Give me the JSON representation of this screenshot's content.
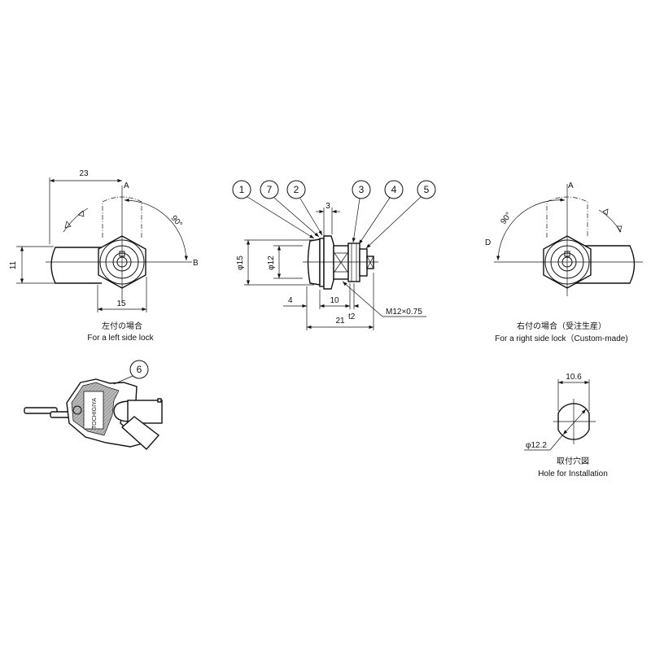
{
  "left_view": {
    "dim_width": "23",
    "dim_height": "11",
    "dim_hex": "15",
    "label_a": "A",
    "label_b": "B",
    "angle": "90°",
    "caption_jp": "左付の場合",
    "caption_en": "For a left side lock"
  },
  "side_view": {
    "callouts": [
      "1",
      "7",
      "2",
      "3",
      "4",
      "5"
    ],
    "dim_flange": "3",
    "dim_dia_outer": "φ15",
    "dim_dia_inner": "φ12",
    "dim_front": "4",
    "dim_thread": "10",
    "dim_t": "t2",
    "dim_total": "21",
    "thread_spec": "M12×0.75"
  },
  "right_view": {
    "label_a": "A",
    "label_d": "D",
    "angle": "90°",
    "caption_jp": "右付の場合（受注生産）",
    "caption_en": "For a right side lock（Custom-made)"
  },
  "key": {
    "callout": "6",
    "brand": "TOCHIGIYA"
  },
  "hole": {
    "dim_width": "10.6",
    "dim_dia": "φ12.2",
    "caption_jp": "取付穴図",
    "caption_en": "Hole for Installation"
  }
}
